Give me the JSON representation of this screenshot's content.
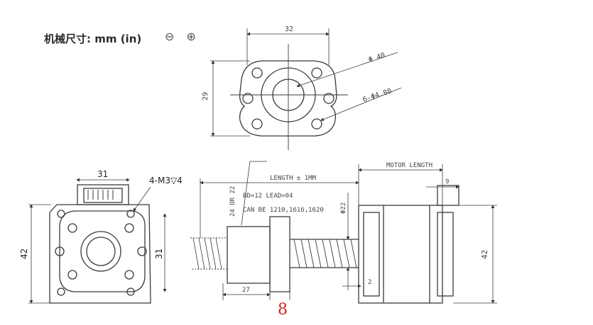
{
  "header": {
    "title": "机械尺寸: mm (in)",
    "projection_icons": "⊖ ⊕"
  },
  "flange_top": {
    "width_dim": "32",
    "height_dim": "29",
    "diameter_dim": "Φ 40",
    "holes_dim": "6-Φ4.80"
  },
  "motor_front": {
    "width_dim": "31",
    "hole_spec": "4-M3▽4",
    "height_dim": "42",
    "hole_spacing_dim": "31"
  },
  "screw_side": {
    "length_dim": "LENGTH ± 1MM",
    "nut_dia_dim": "24 OR 22",
    "spec_line1": "BD=12 LEAD=04",
    "spec_line2": "CAN BE 1210,1616,1620",
    "shaft_dia_dim": "Φ22",
    "nut_length_dim": "27",
    "flange_thickness_dim": "8",
    "pilot_dim": "2"
  },
  "motor_side": {
    "motor_length_dim": "MOTOR LENGTH",
    "shaft_dim": "9",
    "height_dim": "42"
  },
  "colors": {
    "line": "#3a3a3a",
    "highlight": "#d62020"
  }
}
